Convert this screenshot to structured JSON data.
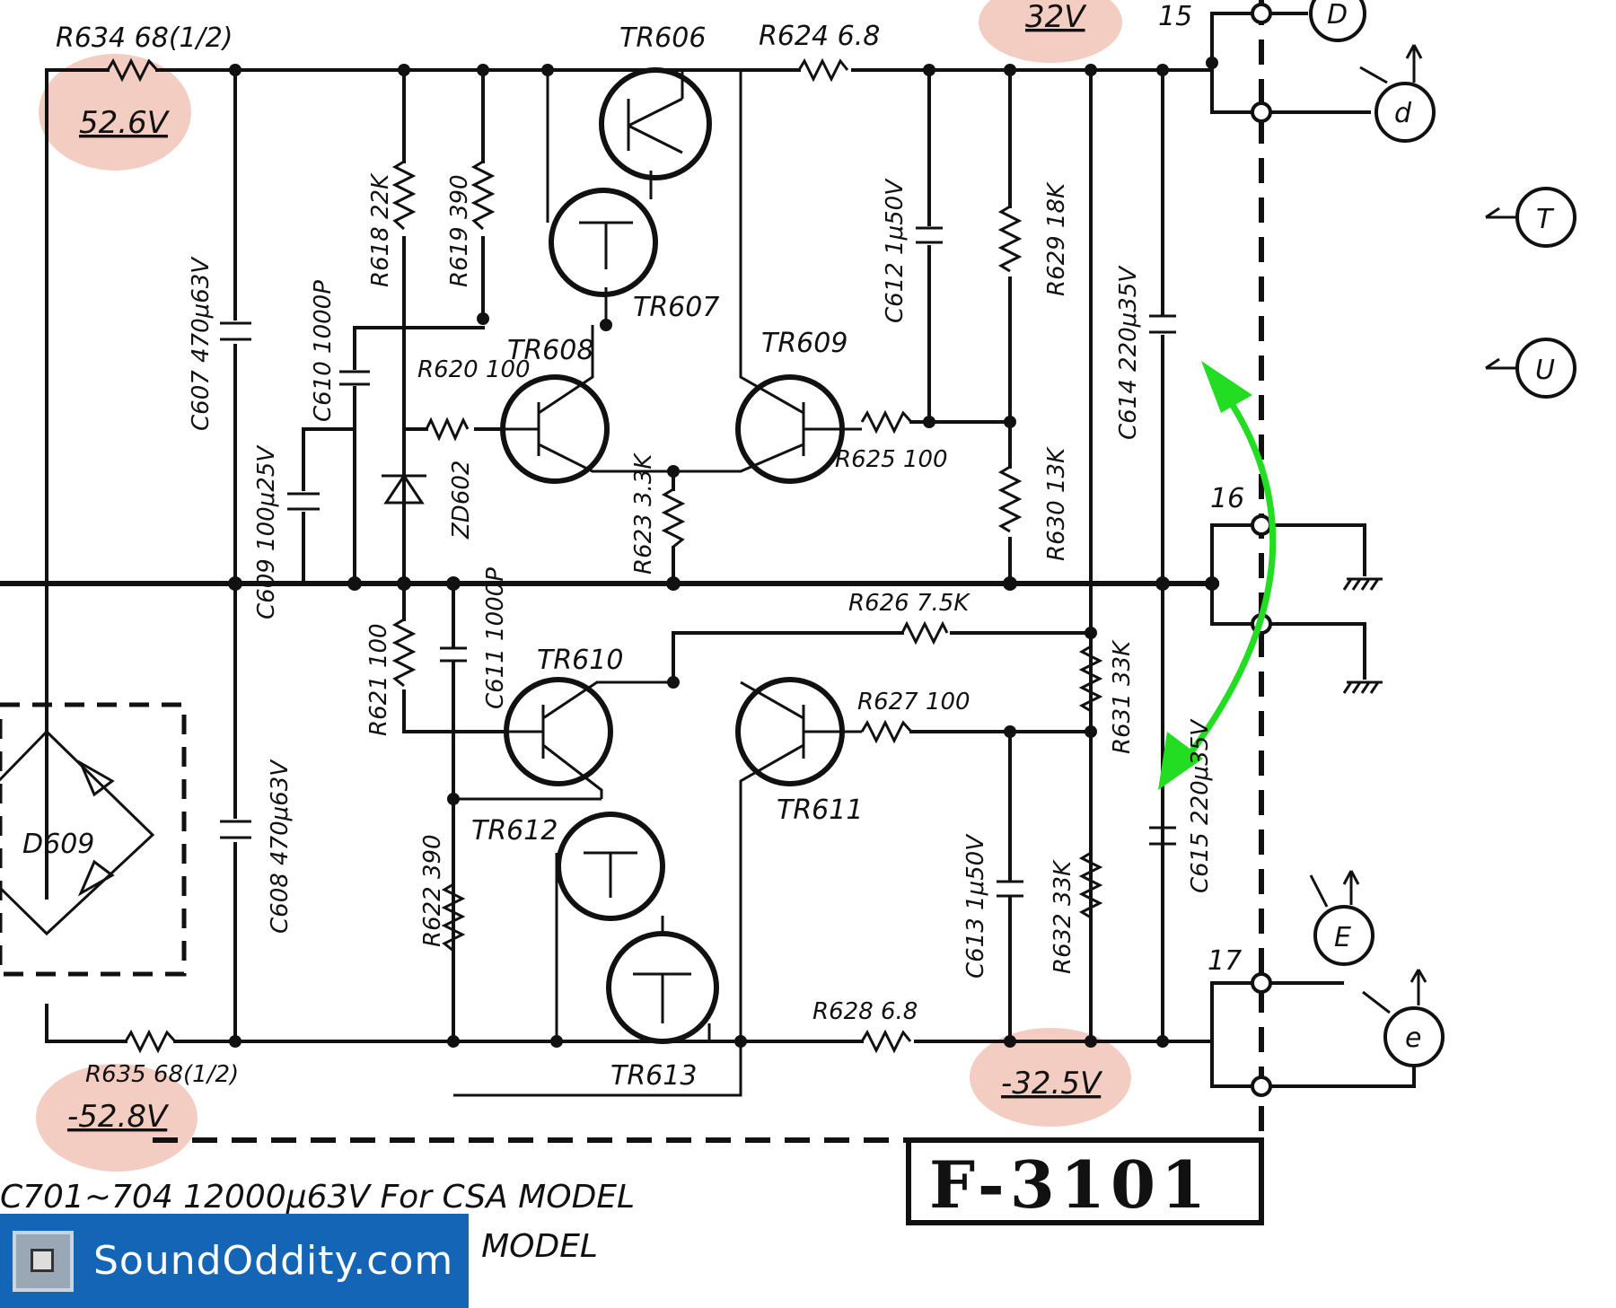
{
  "schematic": {
    "model_label": "F-3101",
    "voltages": {
      "pos_raw": "52.6V",
      "pos_reg": "32V",
      "neg_reg": "-32.5V",
      "neg_raw": "-52.8V"
    },
    "terminals": {
      "t15": "15",
      "t16": "16",
      "t17": "17"
    },
    "connectors": {
      "D": "D",
      "d": "d",
      "T": "T",
      "U": "U",
      "E": "E",
      "e": "e"
    },
    "transistors": {
      "tr606": "TR606",
      "tr607": "TR607",
      "tr608": "TR608",
      "tr609": "TR609",
      "tr610": "TR610",
      "tr611": "TR611",
      "tr612": "TR612",
      "tr613": "TR613"
    },
    "resistors": {
      "r634": "R634 68(1/2)",
      "r624": "R624 6.8",
      "r618": "R618 22K",
      "r619": "R619 390",
      "r620": "R620 100",
      "r629": "R629 18K",
      "r625": "R625 100",
      "r630": "R630 13K",
      "r623": "R623 3.3K",
      "r626": "R626 7.5K",
      "r621": "R621 100",
      "r631": "R631 33K",
      "r627": "R627 100",
      "r622": "R622 390",
      "r632": "R632 33K",
      "r628": "R628 6.8",
      "r635": "R635 68(1/2)"
    },
    "capacitors": {
      "c607": "C607 470μ63V",
      "c608": "C608 470μ63V",
      "c609": "C609 100μ25V",
      "c610": "C610 1000P",
      "c611": "C611 1000P",
      "c612": "C612 1μ50V",
      "c613": "C613 1μ50V",
      "c614": "C614 220μ35V",
      "c615": "C615 220μ35V"
    },
    "diodes": {
      "zd602": "ZD602",
      "d609": "D609"
    },
    "notes": {
      "line1": "C701~704 12000μ63V For CSA MODEL",
      "line2": "A MODEL"
    }
  },
  "brand": {
    "text": "SoundOddity.com"
  },
  "colors": {
    "arrow": "#22dd22",
    "highlight": "#e9a28f",
    "brand_bar": "#1565b7"
  }
}
